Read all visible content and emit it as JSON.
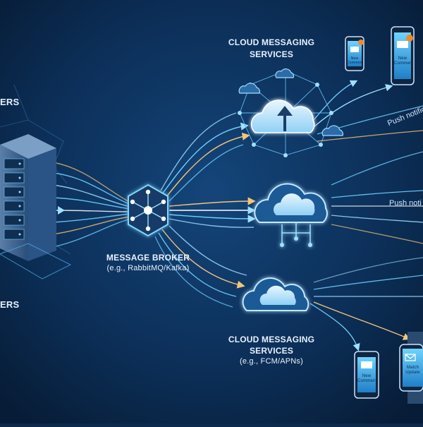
{
  "labels": {
    "left_top": "ERS",
    "left_bottom": "ERS",
    "broker_title": "MESSAGE BROKER",
    "broker_sub": "(e.g., RabbitMQ/Kafka)",
    "cloud_top_line1": "CLOUD MESSAGING",
    "cloud_top_line2": "SERVICES",
    "cloud_bottom_line1": "CLOUD MESSAGING",
    "cloud_bottom_line2": "SERVICES",
    "cloud_bottom_sub": "(e.g., FCM/APNs)",
    "push_1": "Push notificatio",
    "push_2": "Push noti"
  },
  "devices": {
    "phone_top_left": "New Comment",
    "phone_top_right": "New Comment",
    "phone_bottom_left": "New Comment",
    "watch_bottom_right": "Match Update"
  },
  "colors": {
    "background": "#0b2a4d",
    "accent": "#5cc8ff",
    "arrow_gold": "#f2c57a",
    "badge": "#f08a24"
  }
}
